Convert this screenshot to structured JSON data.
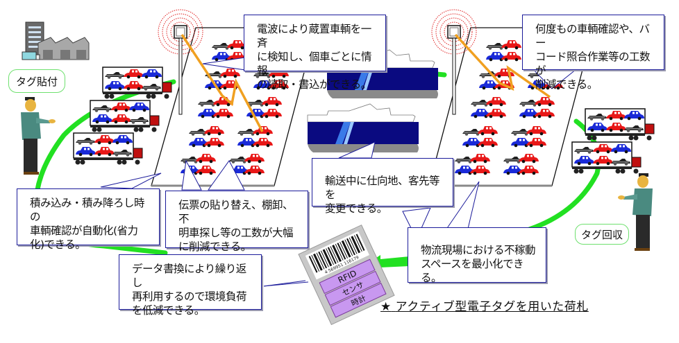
{
  "diagram": {
    "title": "アクティブ型電子タグを用いた荷札",
    "title_icon": "star-icon",
    "bubbles": {
      "attach": "タグ貼付",
      "collect": "タグ回収"
    },
    "callouts": {
      "read_write": "電波により蔵置車輌を一斉\nに検知し、個車ごとに情報\nの読取・書込ができる。",
      "barcode": "何度もの車輌確認や、バー\nコード照合作業等の工数が\n削減できる。",
      "loading": "積み込み・積み降ろし時の\n車輌確認が自動化(省力\n化)できる。",
      "slips": "伝票の貼り替え、棚卸、不\n明車探し等の工数が大幅\nに削減できる。",
      "transit": "輸送中に仕向地、客先等を\n変更できる。",
      "space": "物流現場における不稼動\nスペースを最小化できる。",
      "reuse": "データ書換により繰り返し\n再利用するので環境負荷\nを低減できる。"
    },
    "tag": {
      "modules": [
        "RFID",
        "センサ",
        "時計"
      ],
      "barcode_number": "4 569951 116179"
    },
    "colors": {
      "flow_arrow": "#22e022",
      "callout_border": "#1a1a9a",
      "radio_waves": "#e02020",
      "read_beam": "#f0a020",
      "ship_hull": "#0a0a80",
      "ship_stripe": "#3a7ae8",
      "car_red": "#e81818",
      "car_blue": "#1a2ad8",
      "car_black": "#202020",
      "tag_module": "#c898f0"
    }
  }
}
